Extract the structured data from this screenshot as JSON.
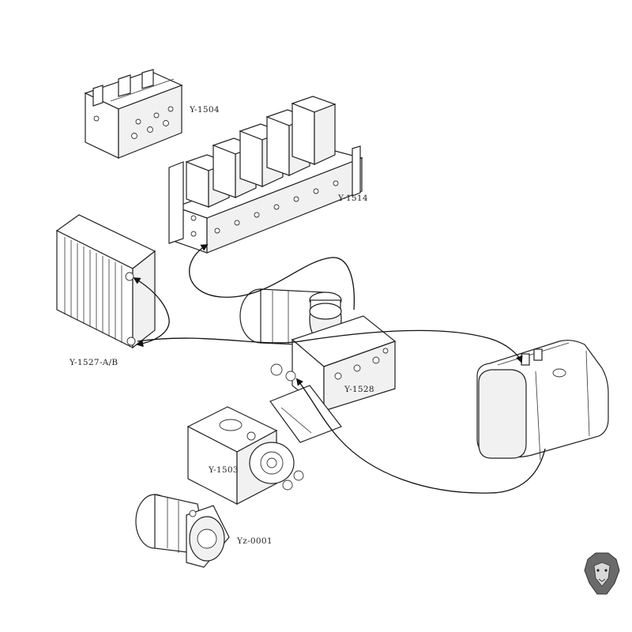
{
  "diagram": {
    "labels": {
      "y1504": "Y-1504",
      "y1514": "Y-1514",
      "y1527": "Y-1527-A/B",
      "y1528": "Y-1528",
      "y1503": "Y-1503",
      "yz0001": "Yz-0001"
    }
  }
}
